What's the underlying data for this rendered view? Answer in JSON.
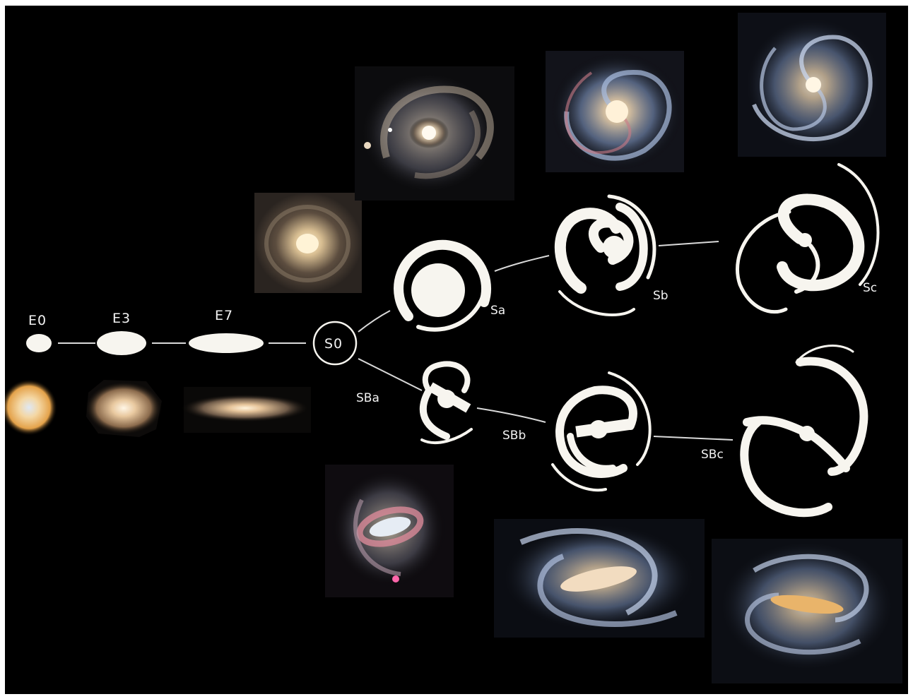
{
  "diagram": {
    "kind": "Hubble tuning fork",
    "labels": {
      "e0": "E0",
      "e3": "E3",
      "e7": "E7",
      "s0": "S0",
      "sa": "Sa",
      "sb": "Sb",
      "sc": "Sc",
      "sba": "SBa",
      "sbb": "SBb",
      "sbc": "SBc"
    },
    "colors": {
      "background": "#000000",
      "frame": "#ffffff",
      "symbol": "#f7f5ef",
      "connector": "#d9d9d9",
      "elliptical_glow": "#f4d7a4",
      "spiral_arm_blue": "#9fb3d6",
      "hii_pink": "#d97a8a"
    }
  }
}
